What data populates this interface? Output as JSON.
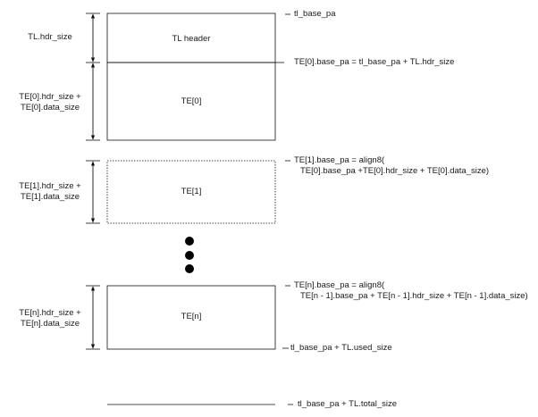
{
  "boxes": {
    "tl_header": "TL header",
    "te0": "TE[0]",
    "te1": "TE[1]",
    "ten": "TE[n]"
  },
  "left_labels": {
    "tl_hdr": "TL.hdr_size",
    "te0_line1": "TE[0].hdr_size +",
    "te0_line2": "TE[0].data_size",
    "te1_line1": "TE[1].hdr_size +",
    "te1_line2": "TE[1].data_size",
    "ten_line1": "TE[n].hdr_size +",
    "ten_line2": "TE[n].data_size"
  },
  "annotations": {
    "tl_base": "tl_base_pa",
    "te0_base": "TE[0].base_pa = tl_base_pa + TL.hdr_size",
    "te1_line1": "TE[1].base_pa = align8(",
    "te1_line2": "TE[0].base_pa +TE[0].hdr_size + TE[0].data_size)",
    "ten_line1": "TE[n].base_pa = align8(",
    "ten_line2": "TE[n - 1].base_pa + TE[n - 1].hdr_size + TE[n - 1].data_size)",
    "used": "tl_base_pa + TL.used_size",
    "total": "tl_base_pa + TL.total_size"
  }
}
